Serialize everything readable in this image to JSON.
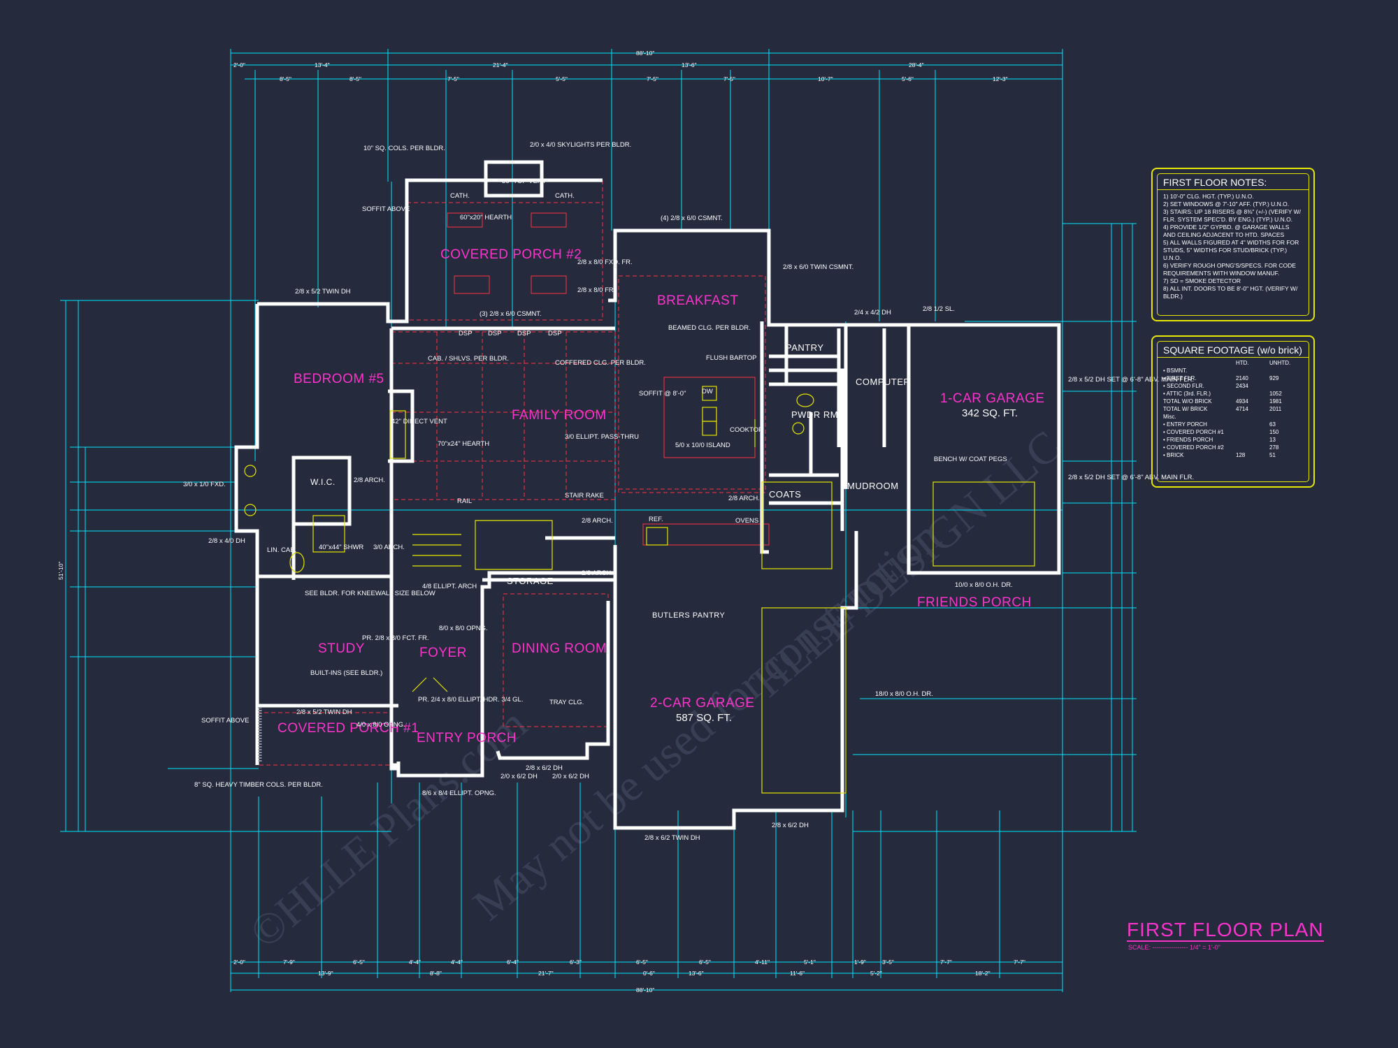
{
  "rooms": {
    "covered_porch_2": "COVERED PORCH #2",
    "breakfast": "BREAKFAST",
    "bedroom_5": "BEDROOM #5",
    "family_room": "FAMILY ROOM",
    "one_car_garage": "1-CAR GARAGE",
    "one_car_garage_sf": "342 SQ. FT.",
    "pantry": "PANTRY",
    "computer": "COMPUTER",
    "pwdr_rm": "PWDR RM",
    "coats": "COATS",
    "mudroom": "MUDROOM",
    "wic": "W.I.C.",
    "storage": "STORAGE",
    "butlers_pantry": "BUTLERS PANTRY",
    "study": "STUDY",
    "foyer": "FOYER",
    "dining_room": "DINING ROOM",
    "two_car_garage": "2-CAR GARAGE",
    "two_car_garage_sf": "587 SQ. FT.",
    "covered_porch_1": "COVERED PORCH #1",
    "entry_porch": "ENTRY PORCH",
    "friends_porch": "FRIENDS PORCH"
  },
  "labels": {
    "skylights": "2/0 x 4/0 SKYLIGHTS PER BLDR.",
    "sq_cols": "10\" SQ. COLS. PER BLDR.",
    "soffit_above": "SOFFIT ABOVE",
    "cath_left": "CATH.",
    "cath_right": "CATH.",
    "top_vent": "36\" TOP VENT",
    "hearth_porch": "60\"x20\" HEARTH",
    "csmnt_top": "(4) 2/8 x 6/0 CSMNT.",
    "fxd_fr": "2/8 x 8/0 FXD. FR.",
    "twin_csmnt": "2/8 x 6/0 TWIN CSMNT.",
    "fr": "2/8 x 8/0 FR.",
    "twin_dh_bed": "2/8 x 5/2 TWIN DH",
    "csmnt_fam": "(3) 2/8 x 6/0 CSMNT.",
    "dh_24": "2/4 x 4/2 DH",
    "sl_28": "2/8 1/2 SL.",
    "cab_shlvs": "CAB. / SHLVS. PER BLDR.",
    "coffered": "COFFERED CLG. PER BLDR.",
    "beamed": "BEAMED CLG. PER BLDR.",
    "flush_bartop": "FLUSH BARTOP",
    "soffit_kitchen": "SOFFIT @ 8'-0\"",
    "cooktop": "COOKTOP",
    "island": "5/0 x 10/0 ISLAND",
    "direct_vent": "42\" DIRECT VENT",
    "hearth_fam": "70\"x24\" HEARTH",
    "ellipt_pass": "3/0 ELLIPT. PASS-THRU",
    "stair_rake": "STAIR RAKE",
    "rail": "RAIL",
    "arch_28a": "2/8 ARCH.",
    "arch_28b": "2/8 ARCH.",
    "arch_28c": "2/8 ARCH.",
    "arch_28d": "2/8 ARCH.",
    "arch_30": "3/0 ARCH.",
    "fxd_30": "3/0 x 1/0 FXD.",
    "dh_bed_side": "2/8 x 4/0 DH",
    "lin_cab": "LIN. CAB.",
    "shwr": "40\"x44\" SHWR",
    "kneewall": "SEE BLDR. FOR KNEEWALL SIZE BELOW",
    "ellipt_arch": "4/8 ELLIPT. ARCH",
    "ref": "REF.",
    "ovens": "OVENS",
    "dw": "DW",
    "bench": "BENCH W/ COAT PEGS",
    "dh_garage_1": "2/8 x 5/2 DH SET @ 6'-8\" ABV. MAIN FLR.",
    "dh_garage_2": "2/8 x 5/2 DH SET @ 6'-8\" ABV. MAIN FLR.",
    "oh_dr_1": "10/0 x 8/0 O.H. DR.",
    "fct_fr": "PR. 2/8 x 8/0 FCT. FR.",
    "opng_80": "8/0 x 8/0 OPNG.",
    "built_ins": "BUILT-INS (SEE BLDR.)",
    "tray_clg": "TRAY CLG.",
    "twin_dh_study": "2/8 x 5/2 TWIN DH",
    "opng_40": "4/0 x 8/0 OPNG.",
    "ellipt_hdr": "PR. 2/4 x 8/0 ELLIPT. HDR. 3/4 GL.",
    "heavy_timber": "8\" SQ. HEAVY TIMBER COLS. PER BLDR.",
    "soffit_porch1": "SOFFIT ABOVE",
    "ellipt_opng": "8/6 x 8/4 ELLIPT. OPNG.",
    "dh_dining_1": "2/0 x 6/2 DH",
    "dh_dining_2": "2/0 x 6/2 DH",
    "dh_dining_3": "2/8 x 6/2 DH",
    "oh_dr_2": "18/0 x 8/0 O.H. DR.",
    "twin_dh_garage": "2/8 x 6/2 TWIN DH",
    "dh_garage_bot": "2/8 x 6/2 DH",
    "dsp_1": "DSP",
    "dsp_2": "DSP",
    "dsp_3": "DSP",
    "dsp_4": "DSP"
  },
  "dims": {
    "top_overall": "88'-10\"",
    "top_row1": [
      "2'-0\"",
      "13'-4\"",
      "21'-4\"",
      "13'-6\"",
      "28'-4\""
    ],
    "top_row2": [
      "8'-5\"",
      "8'-5\"",
      "7'-5\"",
      "5'-5\"",
      "7'-5\"",
      "7'-5\"",
      "10'-7\"",
      "5'-6\"",
      "12'-3\""
    ],
    "bottom_overall": "88'-10\"",
    "bottom_row1": [
      "2'-0\"",
      "7'-9\"",
      "6'-5\"",
      "4'-4\"",
      "4'-4\"",
      "6'-4\"",
      "6'-3\"",
      "6'-5\"",
      "6'-5\"",
      "4'-11\"",
      "5'-1\"",
      "1'-9\"",
      "3'-5\"",
      "7'-7\"",
      "7'-7\""
    ],
    "bottom_row2": [
      "13'-9\"",
      "8'-8\"",
      "21'-7\"",
      "0'-6\"",
      "13'-6\"",
      "11'-6\"",
      "5'-2\"",
      "18'-2\""
    ],
    "left_overall": "51'-10\""
  },
  "first_floor_notes": {
    "title": "FIRST FLOOR NOTES:",
    "items": [
      "1) 10'-0\" CLG. HGT. (TYP.) U.N.O.",
      "2) SET WINDOWS @ 7'-10\" AFF. (TYP.) U.N.O.",
      "3) STAIRS: UP 18 RISERS @ 8⅜\" (+/-) (VERIFY W/ FLR. SYSTEM SPEC'D. BY ENG.) (TYP.) U.N.O.",
      "4) PROVIDE 1/2\" GYPBD. @ GARAGE WALLS AND CEILING ADJACENT TO HTD. SPACES",
      "5) ALL WALLS FIGURED AT 4\" WIDTHS FOR FOR STUDS, 5\" WIDTHS FOR STUD/BRICK (TYP.) U.N.O.",
      "6) VERIFY ROUGH OPNG'S/SPECS. FOR CODE REQUIREMENTS WITH WINDOW MANUF.",
      "7) SD = SMOKE DETECTOR",
      "8) ALL INT. DOORS TO BE 8'-0\" HGT. (VERIFY W/ BLDR.)"
    ]
  },
  "square_footage": {
    "title": "SQUARE FOOTAGE (w/o brick)",
    "col_htd": "HTD.",
    "col_unhtd": "UNHTD.",
    "rows": [
      {
        "label": "• BSMNT.",
        "htd": "",
        "unhtd": ""
      },
      {
        "label": "• FIRST FLR.",
        "htd": "2140",
        "unhtd": "929"
      },
      {
        "label": "• SECOND FLR.",
        "htd": "2434",
        "unhtd": ""
      },
      {
        "label": "• ATTIC (3rd. FLR.)",
        "htd": "",
        "unhtd": "1052"
      },
      {
        "label": "TOTAL W/O BRICK",
        "htd": "4934",
        "unhtd": "1981"
      },
      {
        "label": "TOTAL W/ BRICK",
        "htd": "4714",
        "unhtd": "2011"
      },
      {
        "label": "Misc.",
        "htd": "",
        "unhtd": ""
      },
      {
        "label": "• ENTRY PORCH",
        "htd": "",
        "unhtd": "63"
      },
      {
        "label": "• COVERED PORCH #1",
        "htd": "",
        "unhtd": "150"
      },
      {
        "label": "• FRIENDS PORCH",
        "htd": "",
        "unhtd": "13"
      },
      {
        "label": "• COVERED PORCH #2",
        "htd": "",
        "unhtd": "278"
      },
      {
        "label": "• BRICK",
        "htd": "128",
        "unhtd": "51"
      }
    ]
  },
  "title": "FIRST FLOOR PLAN",
  "scale": "SCALE: ----------------- 1/4\" = 1'-0\"",
  "watermark": [
    "©HLLE Plans.com",
    "May not be used for construction",
    "HLLE DESIGN LLC"
  ],
  "colors": {
    "background": "#252a3d",
    "dimension": "#00e5ff",
    "room_label": "#ff33cc",
    "wall": "#ffffff",
    "detail": "#ff3344",
    "fixture": "#e6e600"
  }
}
